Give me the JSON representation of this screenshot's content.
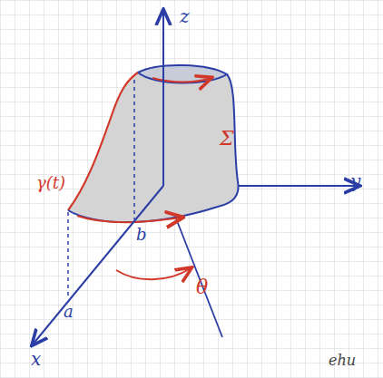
{
  "diagram": {
    "labels": [
      "z",
      "y",
      "x",
      "Σ",
      "γ(t)",
      "b",
      "a",
      "θ",
      "ehu"
    ]
  }
}
